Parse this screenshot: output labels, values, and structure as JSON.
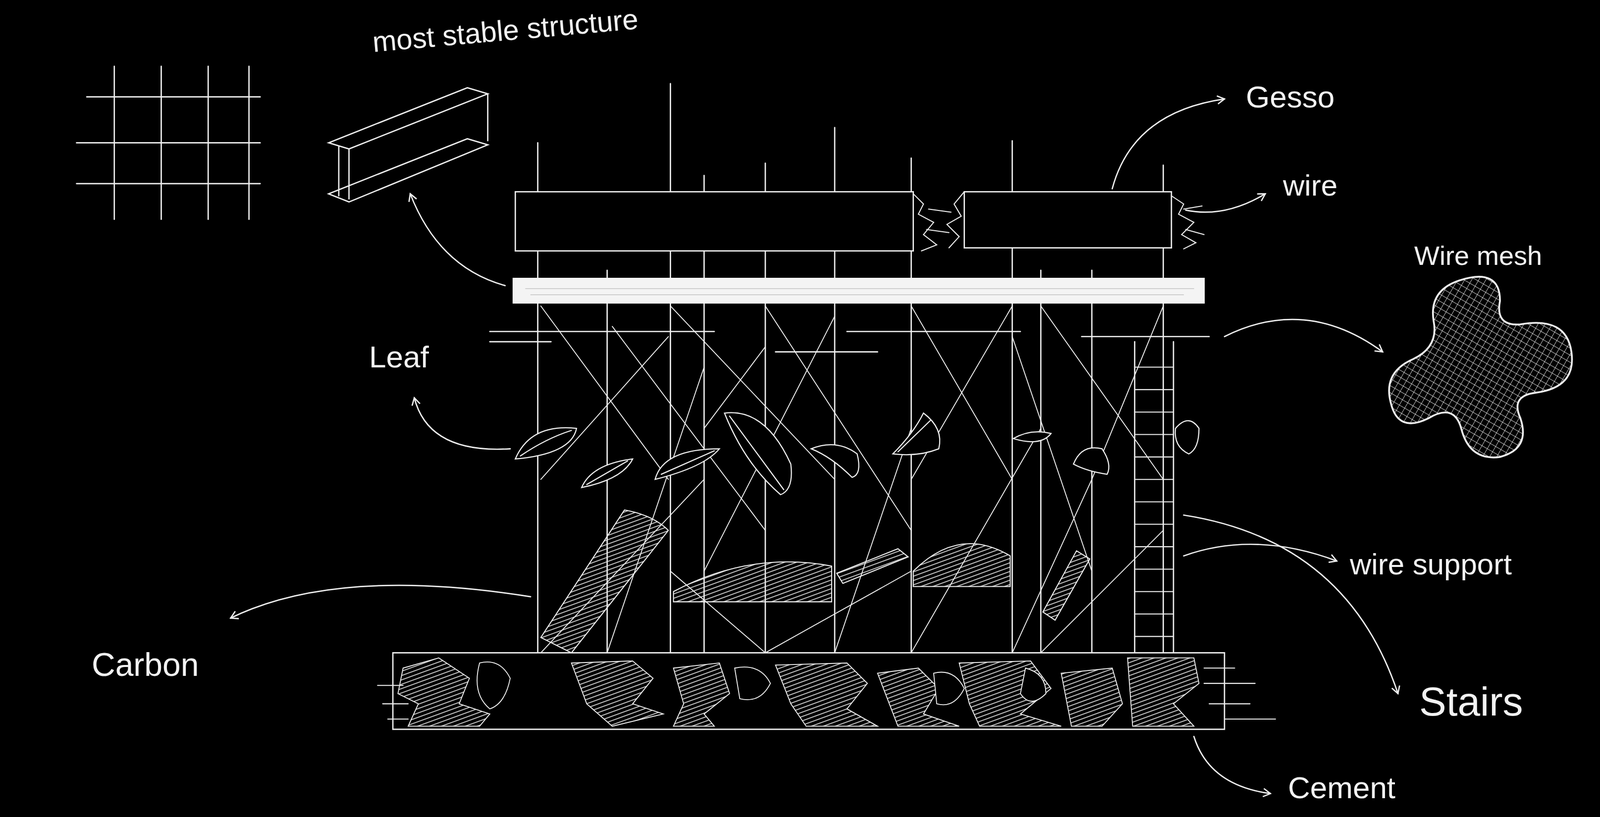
{
  "diagram": {
    "labels": [
      "most stable structure",
      "Gesso",
      "wire",
      "Wire mesh",
      "Leaf",
      "Carbon",
      "wire support",
      "Stairs",
      "Cement"
    ]
  }
}
